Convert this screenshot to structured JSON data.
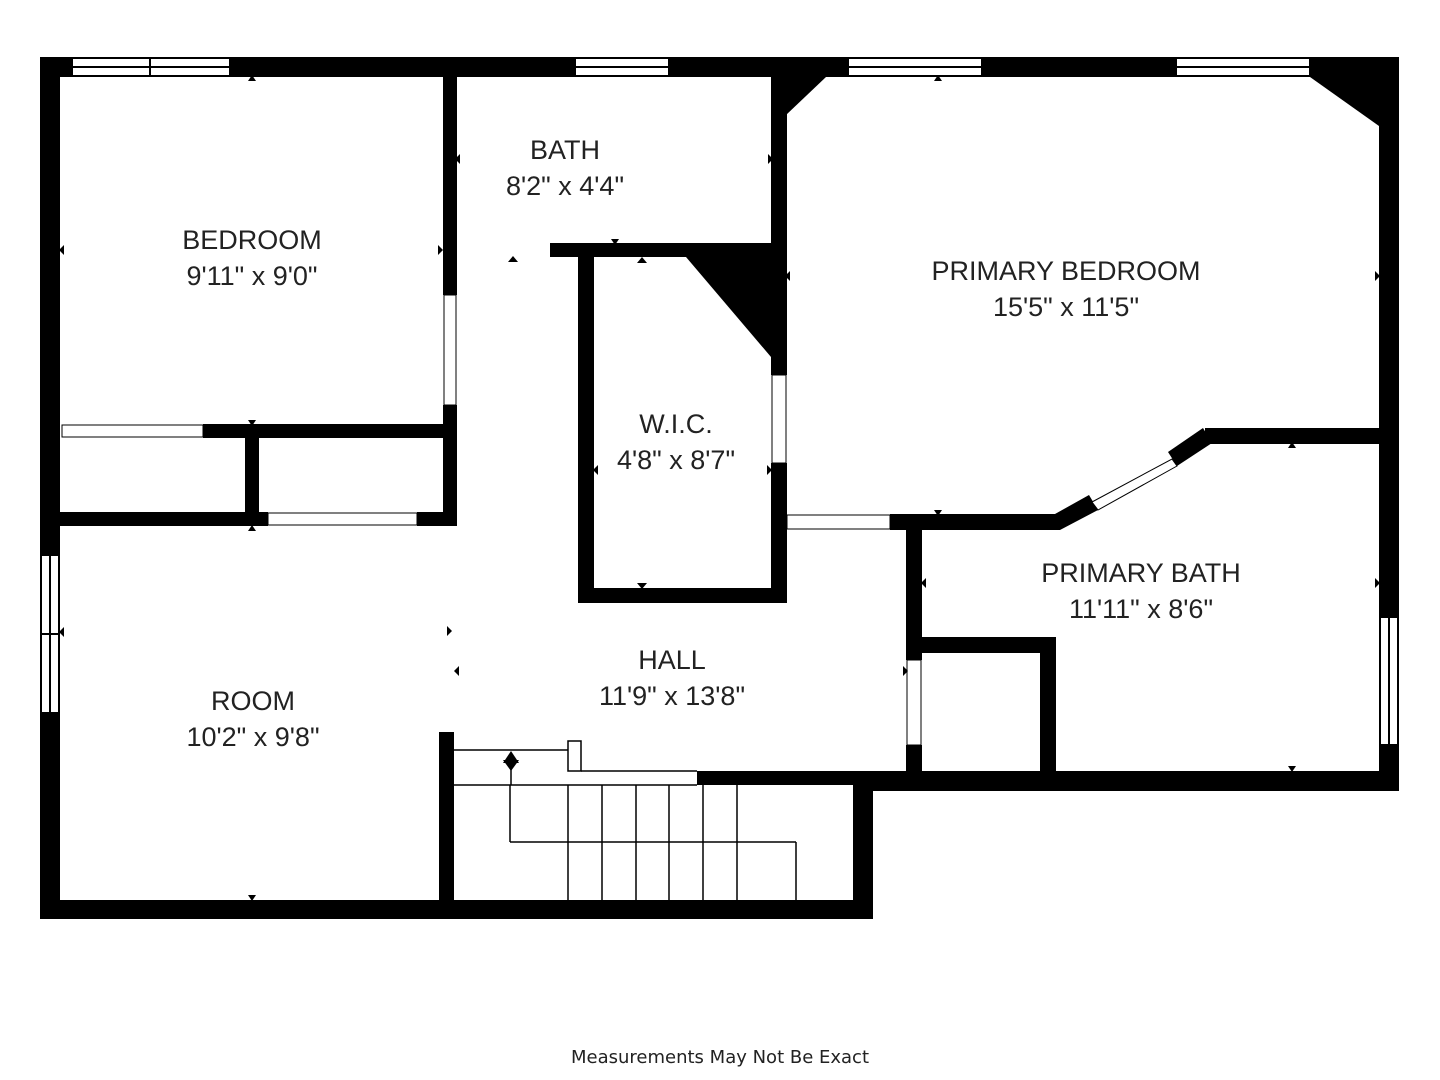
{
  "rooms": {
    "bedroom": {
      "name": "BEDROOM",
      "size": "9'11\" x 9'0\""
    },
    "bath": {
      "name": "BATH",
      "size": "8'2\" x 4'4\""
    },
    "primary_bedroom": {
      "name": "PRIMARY BEDROOM",
      "size": "15'5\" x 11'5\""
    },
    "wic": {
      "name": "W.I.C.",
      "size": "4'8\" x 8'7\""
    },
    "primary_bath": {
      "name": "PRIMARY BATH",
      "size": "11'11\" x 8'6\""
    },
    "hall": {
      "name": "HALL",
      "size": "11'9\" x 13'8\""
    },
    "room": {
      "name": "ROOM",
      "size": "10'2\" x 9'8\""
    }
  },
  "footer": {
    "disclaimer": "Measurements May Not Be Exact"
  },
  "colors": {
    "wall": "#000000",
    "background": "#ffffff",
    "text": "#222222"
  }
}
